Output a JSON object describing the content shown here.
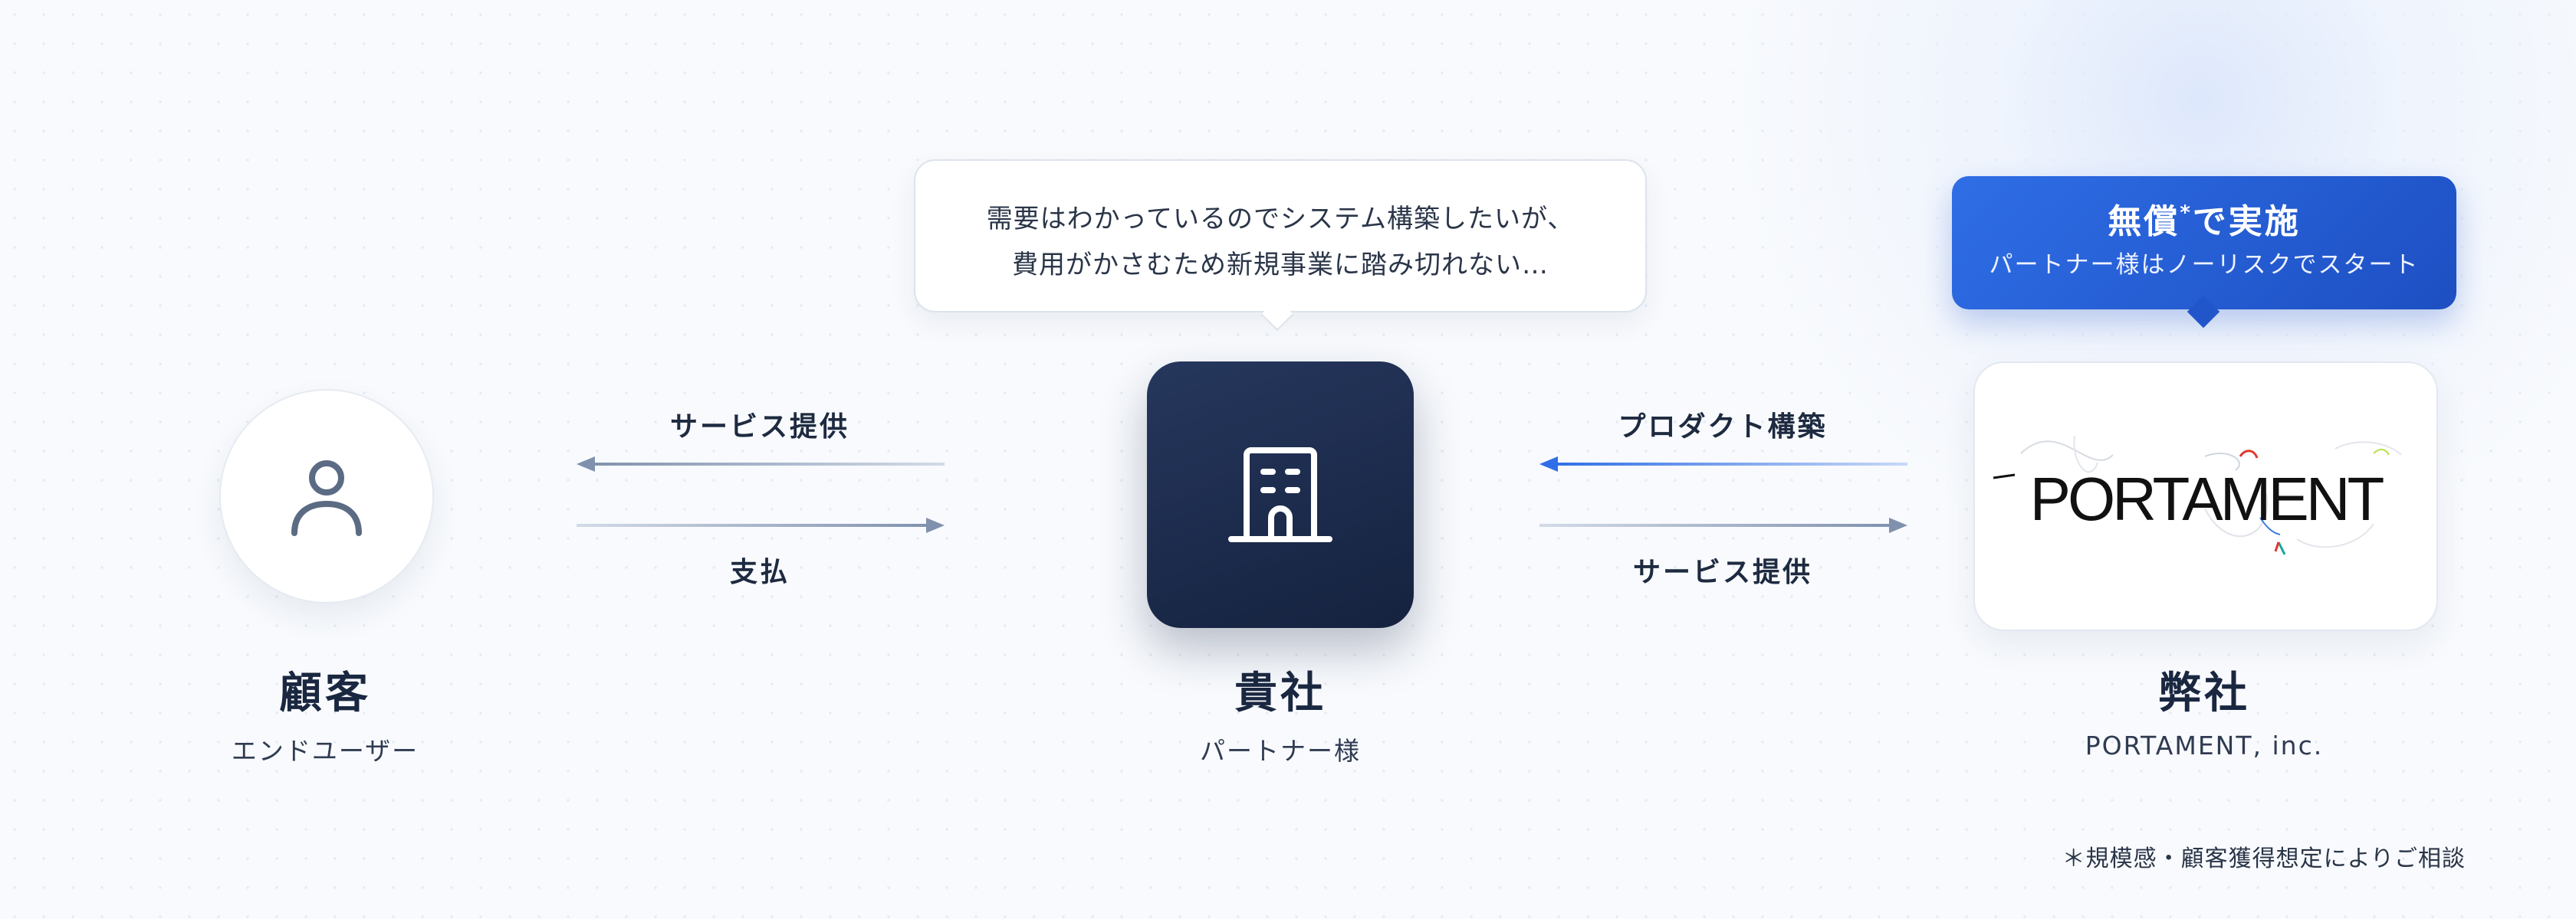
{
  "customer": {
    "title": "顧客",
    "subtitle": "エンドユーザー",
    "icon": "user-icon"
  },
  "partner": {
    "title": "貴社",
    "subtitle": "パートナー様",
    "icon": "building-icon",
    "speech_bubble": {
      "line1": "需要はわかっているのでシステム構築したいが、",
      "line2": "費用がかさむため新規事業に踏み切れない…"
    }
  },
  "company": {
    "title": "弊社",
    "subtitle": "PORTAMENT, inc.",
    "logo_text": "PORTAMENT",
    "callout": {
      "title": "無償",
      "title_mark": "*",
      "title_suffix": "で実施",
      "subtitle": "パートナー様はノーリスクでスタート",
      "color": "#2a62dc"
    }
  },
  "flows": {
    "partner_to_customer": "サービス提供",
    "customer_to_partner": "支払",
    "company_to_partner": "プロダクト構築",
    "partner_to_company": "サービス提供"
  },
  "footnote": "＊規模感・顧客獲得想定によりご相談",
  "colors": {
    "navy": "#1b2a4a",
    "accent_blue": "#2f6ee6",
    "arrow_gray": "#8a9ab3"
  }
}
